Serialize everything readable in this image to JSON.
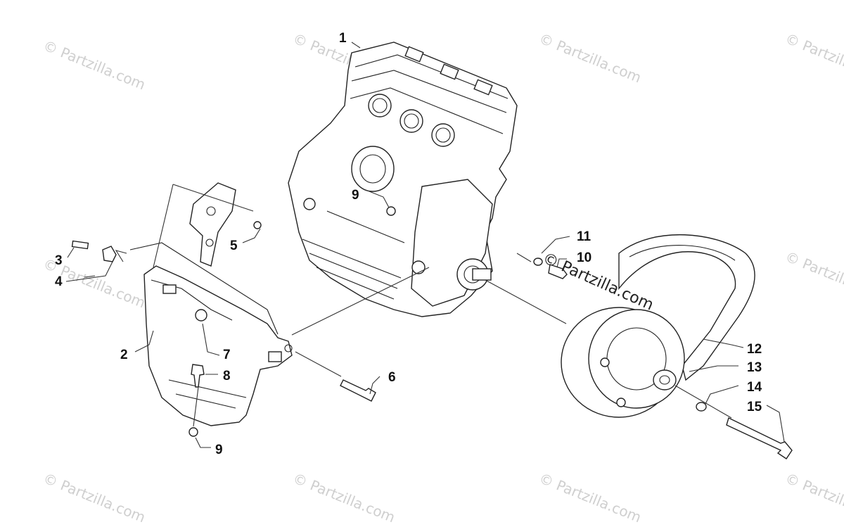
{
  "watermark": {
    "text": "© Partzilla.com",
    "center_text": "© Partzilla.com"
  },
  "callouts": {
    "c1": "1",
    "c2": "2",
    "c3": "3",
    "c4": "4",
    "c5": "5",
    "c6": "6",
    "c7": "7",
    "c8": "8",
    "c9a": "9",
    "c9b": "9",
    "c10": "10",
    "c11": "11",
    "c12": "12",
    "c13": "13",
    "c14": "14",
    "c15": "15"
  }
}
